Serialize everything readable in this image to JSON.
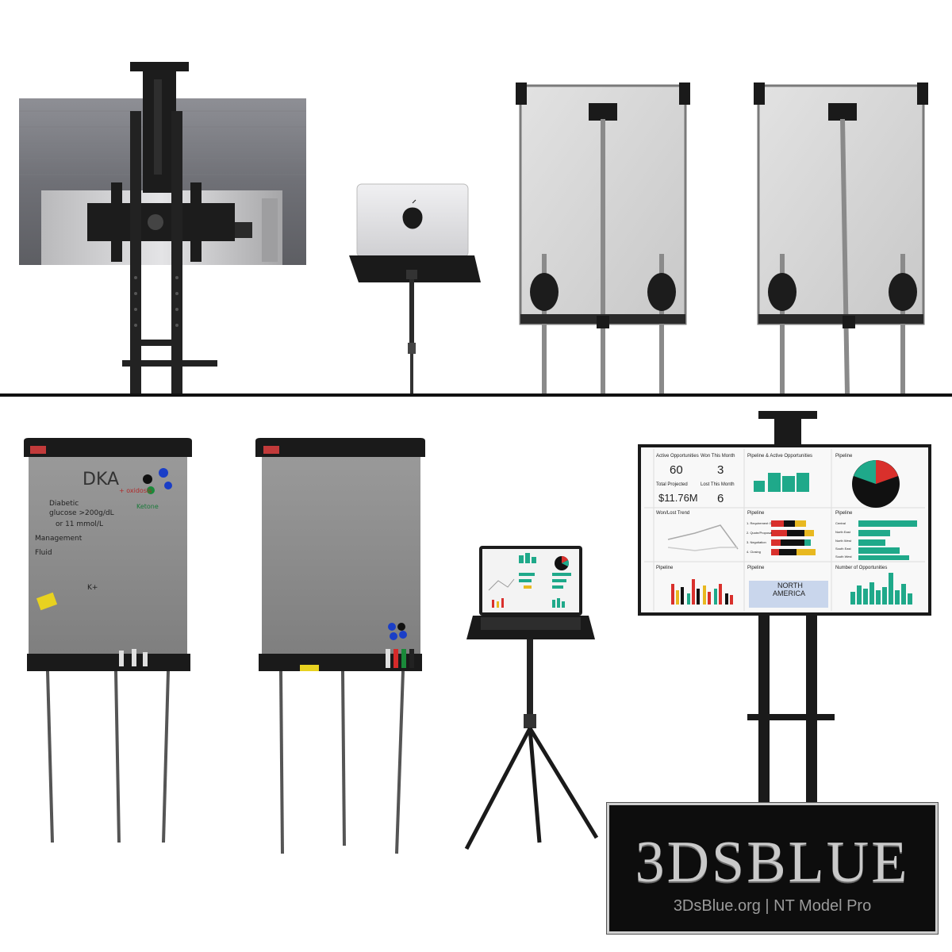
{
  "watermark": {
    "title": "3DSBLUE",
    "subtitle": "3DsBlue.org | NT Model Pro"
  },
  "dashboard": {
    "tiles": [
      {
        "label": "Active Opportunities",
        "value": "60"
      },
      {
        "label": "Won This Month",
        "value": "3"
      },
      {
        "label": "Total Projected",
        "value": "$11.76M"
      },
      {
        "label": "Lost This Month",
        "value": "6"
      }
    ],
    "panels": {
      "pipeline_active": "Pipeline & Active Opportunities",
      "pipeline_1": "Pipeline",
      "won_lost": "Won/Lost Trend",
      "pipeline_2": "Pipeline",
      "pipeline_3": "Pipeline",
      "pipeline_4": "Pipeline",
      "pipeline_5": "Pipeline",
      "number_opps": "Number of Opportunities"
    },
    "map_label_1": "NORTH",
    "map_label_2": "AMERICA",
    "sale_stages": [
      "1. Requirement G.",
      "2. Quote/Proposal",
      "3. Negotiation",
      "4. Closing"
    ],
    "regions": [
      "Central",
      "North East",
      "North West",
      "South East",
      "South West"
    ]
  },
  "flipchart": {
    "title": "DKA",
    "notes": [
      "Diabetic",
      "glucose >200g/dL",
      "or 11 mmol/L",
      "Ketone",
      "Management",
      "Fluid",
      "+ oxidosis",
      "K+"
    ]
  },
  "colors": {
    "accent_teal": "#1fa98a",
    "accent_red": "#d9302c",
    "accent_yellow": "#e8b820",
    "frame": "#1a1a1a",
    "board_grey": "#8a8a8a"
  }
}
